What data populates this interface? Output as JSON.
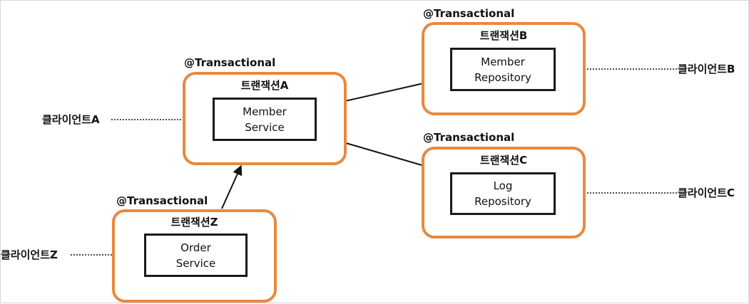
{
  "annotation": "@Transactional",
  "colors": {
    "transaction_border": "#e8893f",
    "component_border": "#1a1a1a",
    "text": "#111111"
  },
  "transactions": [
    {
      "id": "a",
      "annotation": "@Transactional",
      "name": "트랜잭션A",
      "component": [
        "Member",
        "Service"
      ]
    },
    {
      "id": "b",
      "annotation": "@Transactional",
      "name": "트랜잭션B",
      "component": [
        "Member",
        "Repository"
      ]
    },
    {
      "id": "c",
      "annotation": "@Transactional",
      "name": "트랜잭션C",
      "component": [
        "Log",
        "Repository"
      ]
    },
    {
      "id": "z",
      "annotation": "@Transactional",
      "name": "트랜잭션Z",
      "component": [
        "Order",
        "Service"
      ]
    }
  ],
  "clients": {
    "a": "클라이언트A",
    "b": "클라이언트B",
    "c": "클라이언트C",
    "z": "클라이언트Z"
  },
  "connections": [
    {
      "from": "member-service",
      "to": "member-repository",
      "style": "solid"
    },
    {
      "from": "member-service",
      "to": "log-repository",
      "style": "solid"
    },
    {
      "from": "order-service-transaction",
      "to": "member-service-transaction",
      "style": "solid"
    },
    {
      "from": "client-a",
      "to": "member-service",
      "style": "dotted"
    },
    {
      "from": "client-b",
      "to": "member-repository",
      "style": "dotted"
    },
    {
      "from": "client-c",
      "to": "log-repository",
      "style": "dotted"
    },
    {
      "from": "client-z",
      "to": "order-service",
      "style": "dotted"
    }
  ]
}
